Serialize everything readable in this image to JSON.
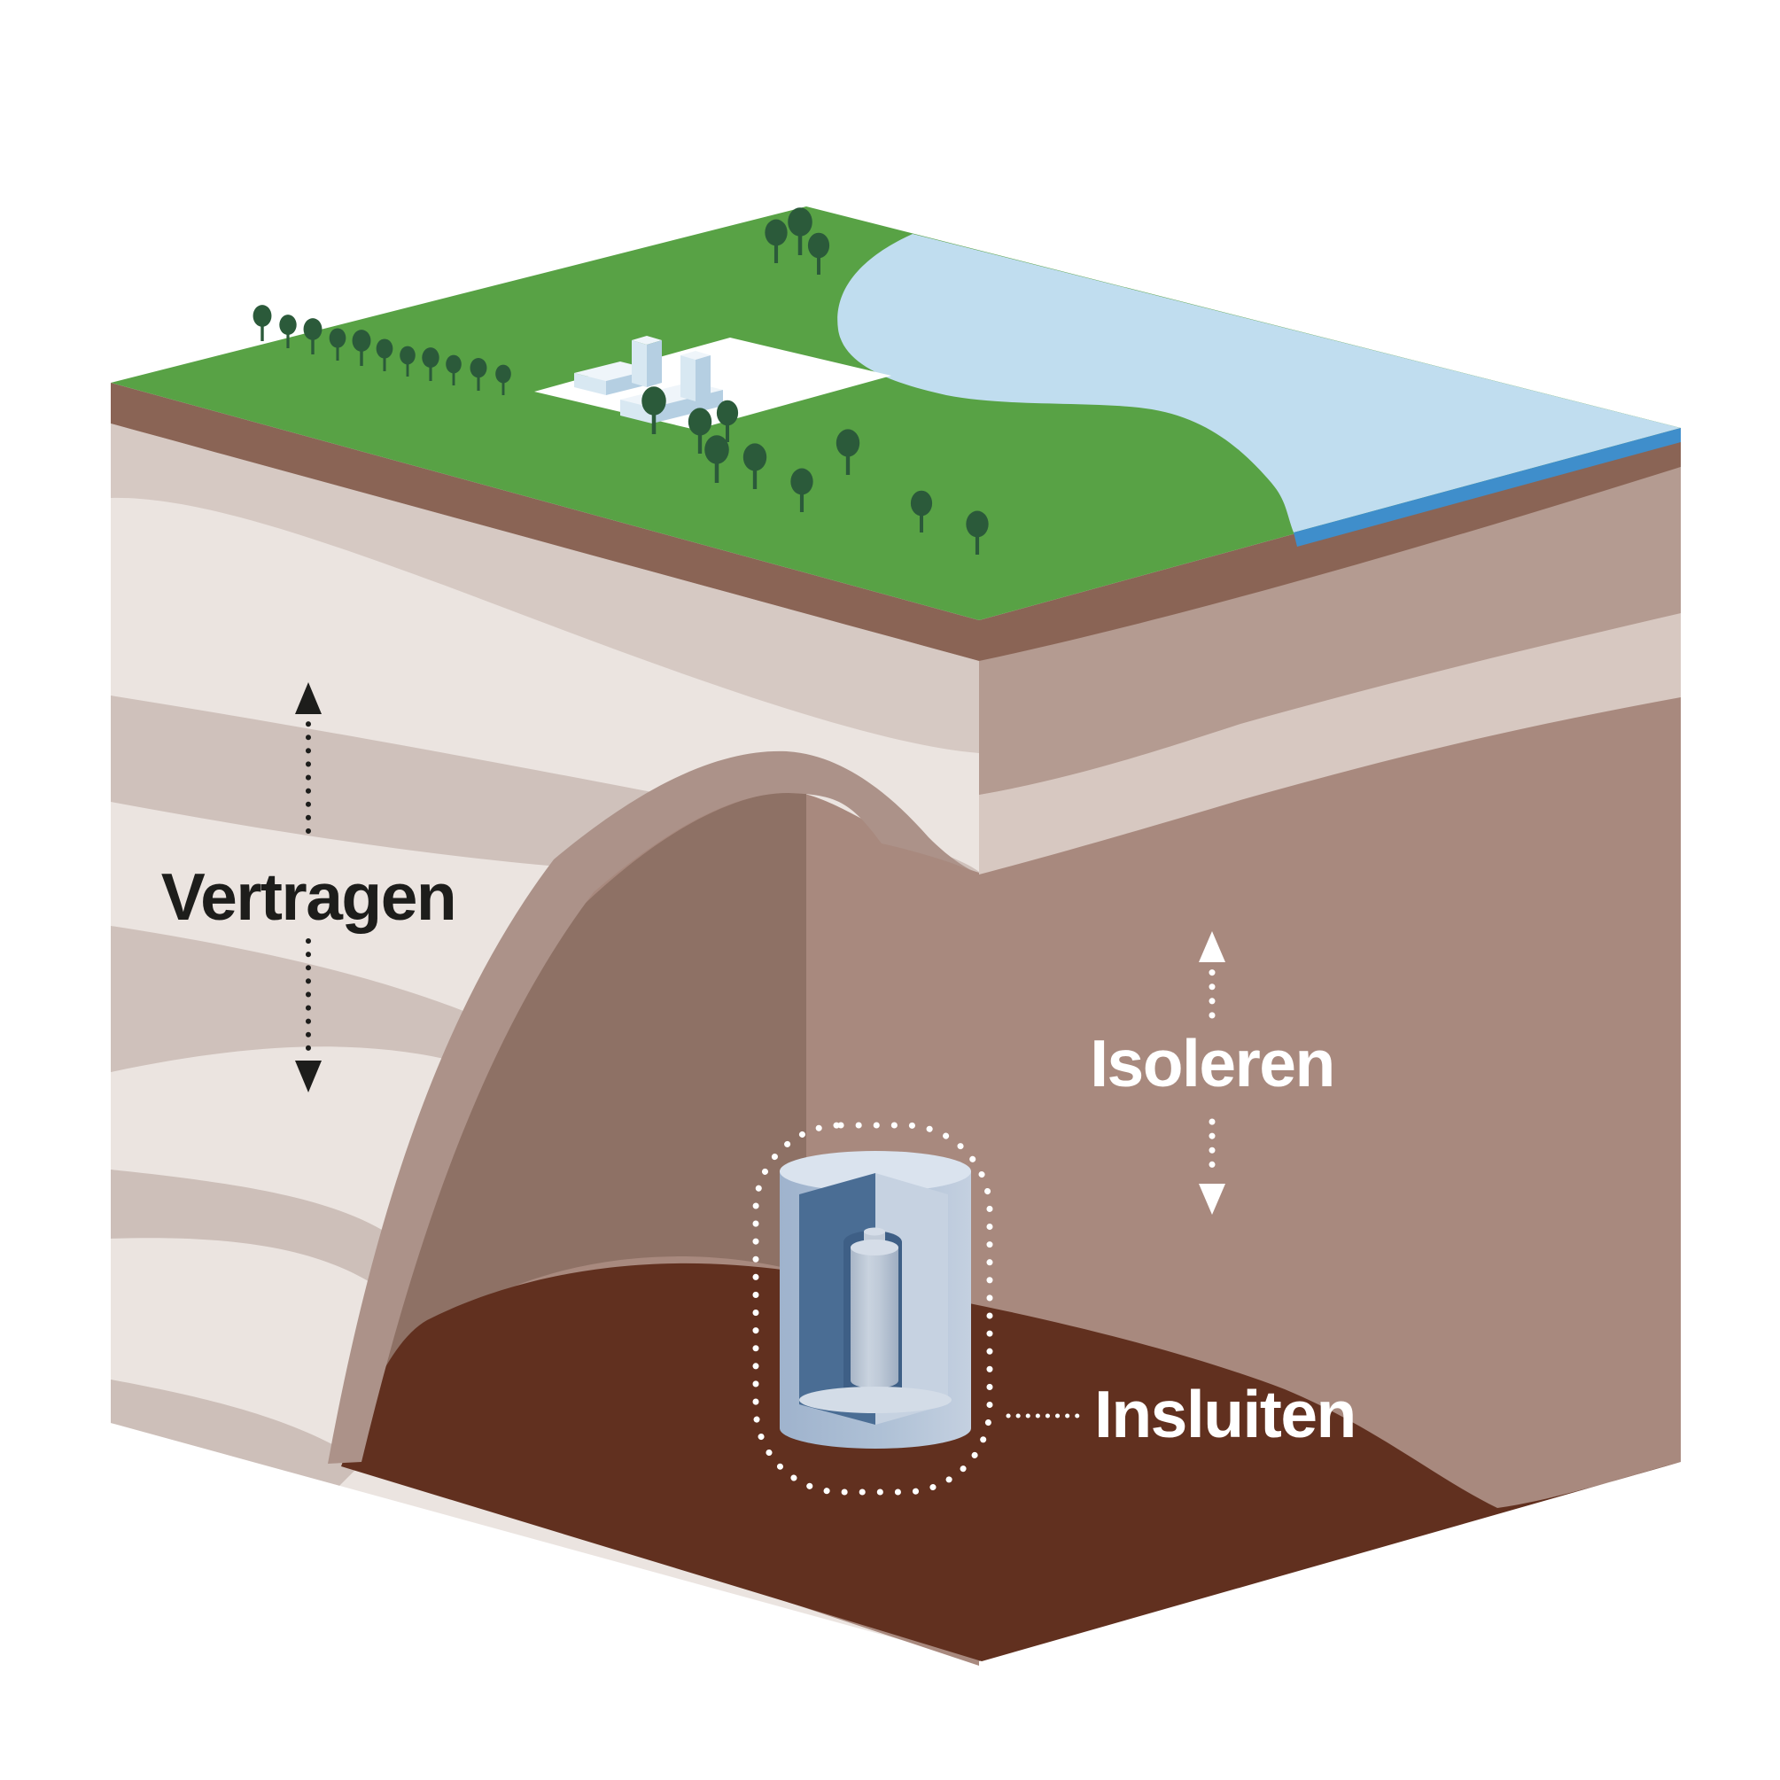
{
  "diagram": {
    "background_color": "#FFFFFF",
    "labels": {
      "vertragen": "Vertragen",
      "isoleren": "Isoleren",
      "insluiten": "Insluiten"
    },
    "annotations": [
      {
        "label": "Vertragen",
        "text_color": "#1D1D1B",
        "arrows": [
          "dotted-arrow-up",
          "dotted-arrow-down"
        ],
        "placed_on": "layered strata face"
      },
      {
        "label": "Isoleren",
        "text_color": "#FFFFFF",
        "arrows": [
          "dotted-arrow-up",
          "dotted-arrow-down"
        ],
        "placed_on": "host rock wall"
      },
      {
        "label": "Insluiten",
        "text_color": "#FFFFFF",
        "arrows": [
          "dotted-connector-line"
        ],
        "placed_on": "chamber floor, pointing at waste canister"
      }
    ],
    "colors": {
      "grass": "#58A245",
      "lake": "#C0DDEF",
      "water_edge": "#3F8ECB",
      "topsoil_edge": "#8A6455",
      "strata_face_base": "#EBE4E0",
      "strata_band": "#D0C2BC",
      "tunnel_rim": "#AC9289",
      "rock_face": "#A8897E",
      "rock_face_upper": "#B49B91",
      "rock_pale_band": "#D7C8C1",
      "chamber_wall_shadow": "#8E7165",
      "clay_floor": "#61301F",
      "canister_shell": "#DAE3EE",
      "canister_cut_face": "#4A6D94",
      "buildings": "#D8E8F2",
      "trees": "#2B5A3A"
    }
  }
}
